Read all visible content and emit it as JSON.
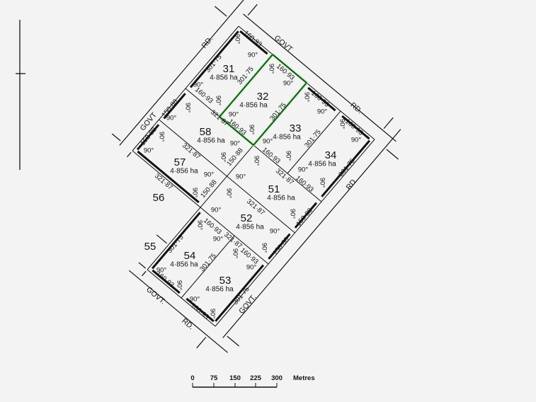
{
  "map": {
    "highlight_color": "#7ee07e",
    "line_color": "#111111",
    "background": "#f3f3f3",
    "lots": [
      {
        "number": "31",
        "area": "4·856 ha"
      },
      {
        "number": "32",
        "area": "4·856 ha"
      },
      {
        "number": "33",
        "area": "4·856 ha"
      },
      {
        "number": "34",
        "area": "4·856 ha"
      },
      {
        "number": "58",
        "area": "4·856 ha"
      },
      {
        "number": "57",
        "area": "4·856 ha"
      },
      {
        "number": "51",
        "area": "4·856 ha"
      },
      {
        "number": "52",
        "area": "4·856 ha"
      },
      {
        "number": "54",
        "area": "4·856 ha"
      },
      {
        "number": "53",
        "area": "4·856 ha"
      }
    ],
    "highlighted_lot": "32",
    "adjacent_lots": [
      "56",
      "55"
    ],
    "roads": [
      "RD.",
      "GOVT",
      "RD.",
      "GOVT",
      "RD.",
      "GOVT.",
      "RD.",
      "GOVT."
    ],
    "dimensions": [
      "301·75",
      "160·93",
      "301·75",
      "160·93",
      "90°",
      "90°",
      "90°",
      "90°",
      "160·93",
      "90°",
      "90°",
      "301·75",
      "90°",
      "160·93",
      "90°",
      "160·93",
      "90°",
      "90°",
      "301·75",
      "90°",
      "160·93",
      "90°",
      "160·93",
      "90°",
      "90°",
      "301·75",
      "90°",
      "160·93",
      "90°",
      "150·88",
      "90°",
      "90°",
      "321·87",
      "321·87",
      "90°",
      "150·88",
      "90°",
      "150·88",
      "90°",
      "90°",
      "321·87",
      "90°",
      "150·88",
      "90°",
      "90°",
      "90°",
      "321·87",
      "150·88",
      "90°",
      "90°",
      "321·87",
      "90°",
      "160·93",
      "90°",
      "90°",
      "321·87",
      "90°",
      "150·88",
      "90°",
      "301·75",
      "301·75",
      "90°",
      "160·93",
      "90°",
      "90°",
      "160·93",
      "90°",
      "301·75",
      "90°",
      "160·93",
      "90°"
    ]
  },
  "scale_bar": {
    "ticks": [
      "0",
      "75",
      "150",
      "225",
      "300"
    ],
    "unit": "Metres"
  }
}
